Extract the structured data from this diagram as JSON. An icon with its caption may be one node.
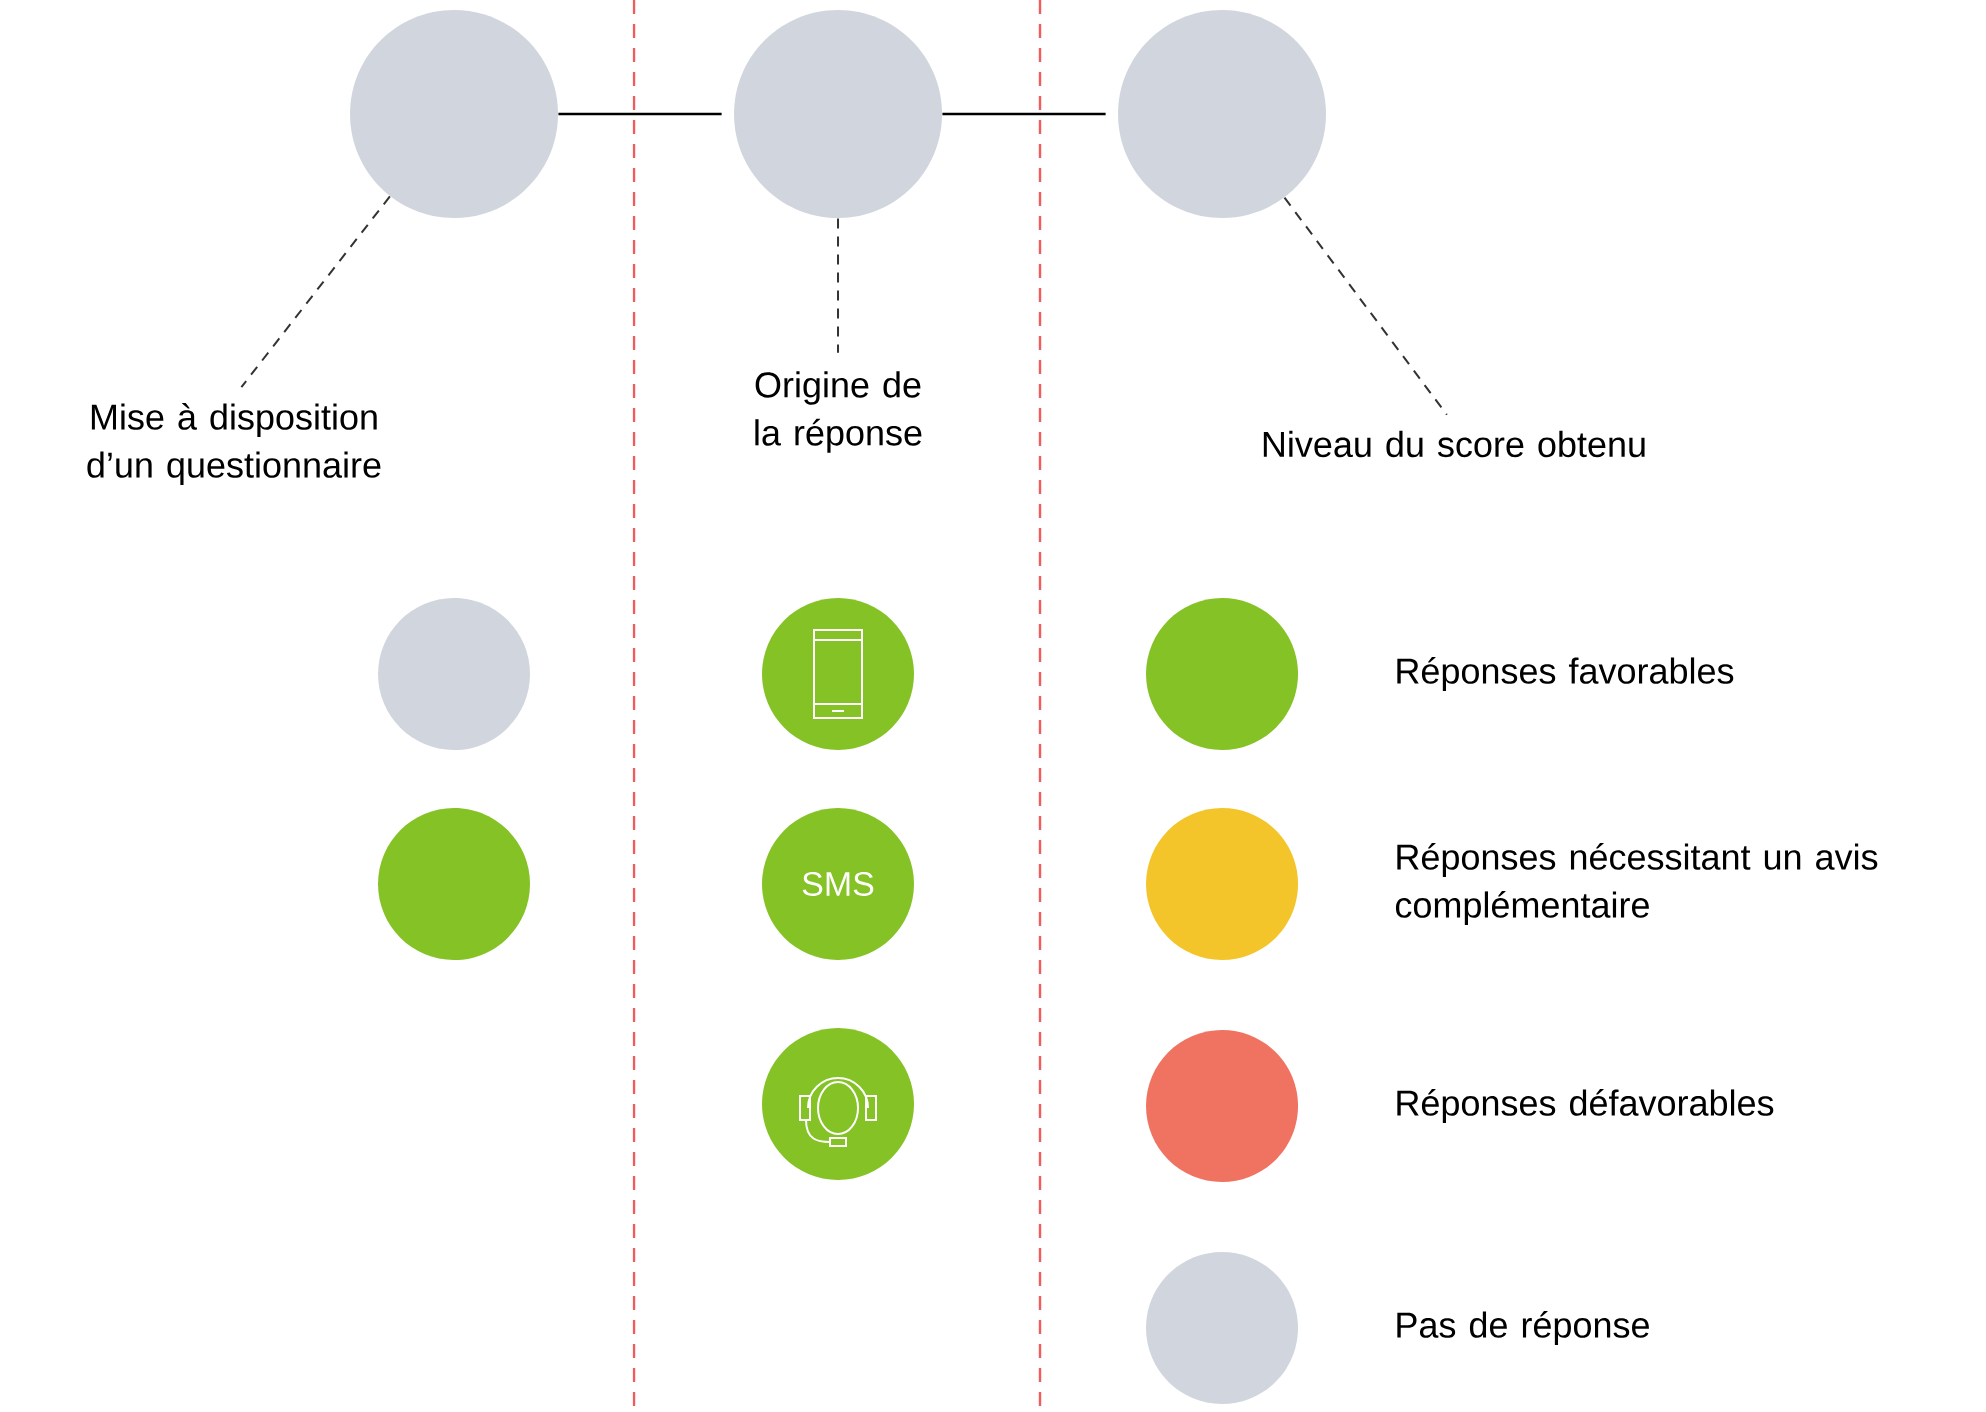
{
  "diagram": {
    "nodes": [
      {
        "text": [],
        "shape": "circle"
      },
      {
        "text": [],
        "shape": "circle"
      },
      {
        "text": [],
        "shape": "circle"
      },
      {
        "text": [
          "Mise à disposition d’un questionnaire"
        ]
      },
      {
        "text": [
          "Origine de la réponse"
        ]
      },
      {
        "text": [
          "Niveau du score obtenu"
        ]
      },
      {
        "text": [],
        "shape": "circle"
      },
      {
        "text": [],
        "shape": "circle"
      },
      {
        "text": [],
        "shape": "picture"
      },
      {
        "text": [
          "SMS"
        ]
      },
      {
        "text": [],
        "shape": "picture"
      }
    ],
    "edges": [
      {
        "from": 0,
        "to": 1,
        "arrow": "none"
      },
      {
        "from": 1,
        "to": 2,
        "arrow": "none"
      },
      {
        "from": 0,
        "to": 3,
        "arrow": "none",
        "style": "dashed"
      },
      {
        "from": 1,
        "to": 4,
        "arrow": "none",
        "style": "dashed"
      },
      {
        "from": 2,
        "to": 5,
        "arrow": "none",
        "style": "dashed"
      }
    ],
    "legend": [
      {
        "text": "Réponses favorables",
        "color": "#84c225"
      },
      {
        "text": "Réponses nécessitant un avis complémentaire",
        "color": "#f4c52a"
      },
      {
        "text": "Réponses défavorables",
        "color": "#f07260"
      },
      {
        "text": "Pas de réponse",
        "color": "#d1d5dd"
      }
    ]
  }
}
